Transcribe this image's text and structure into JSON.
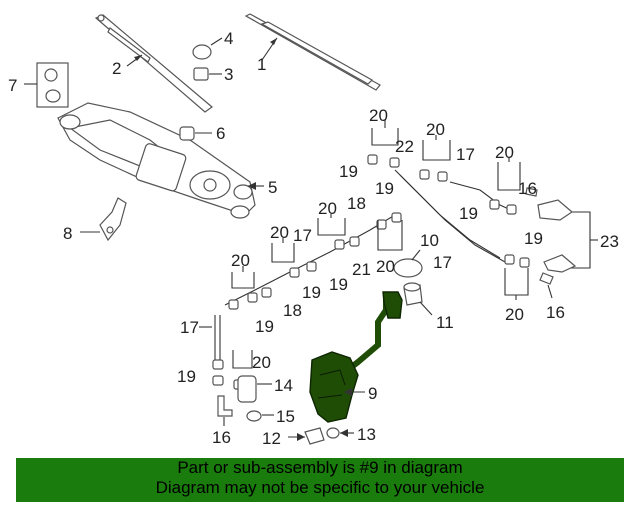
{
  "callouts": {
    "c1": "1",
    "c2": "2",
    "c3": "3",
    "c4": "4",
    "c5": "5",
    "c6": "6",
    "c7": "7",
    "c8": "8",
    "c9": "9",
    "c10": "10",
    "c11": "11",
    "c12": "12",
    "c13": "13",
    "c14": "14",
    "c15": "15",
    "c16": "16",
    "c17": "17",
    "c18": "18",
    "c19": "19",
    "c20": "20",
    "c21": "21",
    "c22": "22",
    "c23": "23"
  },
  "banner": {
    "line1": "Part or sub-assembly is #9 in diagram",
    "line2": "Diagram may not be specific to your vehicle"
  },
  "colors": {
    "highlight_part": "#1f4d06",
    "banner_background": "#197c0c"
  }
}
